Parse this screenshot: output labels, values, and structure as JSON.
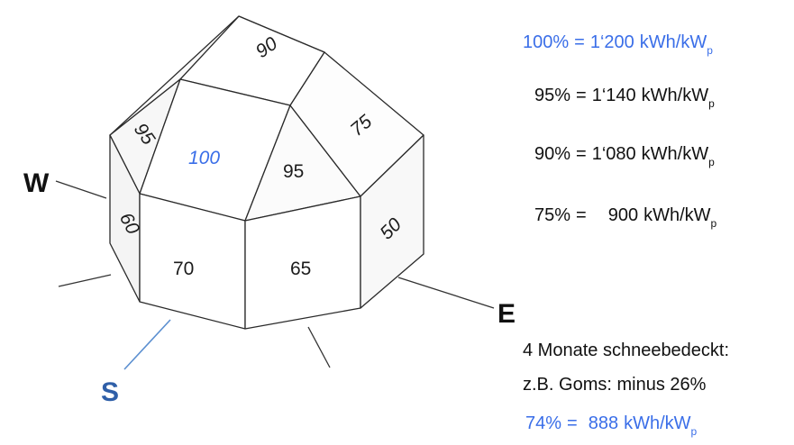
{
  "colors": {
    "highlight": "#3a6ee8",
    "text": "#111111",
    "south_label": "#2f5fa8"
  },
  "compass": {
    "west": "W",
    "east": "E",
    "south": "S"
  },
  "faces": {
    "top": "90",
    "upper_west": "95",
    "top_south": "100",
    "upper_southeast": "95",
    "upper_east": "75",
    "lower_west": "60",
    "south_west": "70",
    "south_east": "65",
    "east": "50"
  },
  "legend": [
    {
      "pct": "100%",
      "eq": "=",
      "value": "1‘200",
      "unit": "kWh/kW",
      "sub": "p",
      "highlight": true
    },
    {
      "pct": "95%",
      "eq": "=",
      "value": "1‘140",
      "unit": "kWh/kW",
      "sub": "p",
      "highlight": false
    },
    {
      "pct": "90%",
      "eq": "=",
      "value": "1‘080",
      "unit": "kWh/kW",
      "sub": "p",
      "highlight": false
    },
    {
      "pct": "75%",
      "eq": "=",
      "value": "900",
      "unit": "kWh/kW",
      "sub": "p",
      "highlight": false
    }
  ],
  "note": {
    "line1": "4 Monate schneebedeckt:",
    "line2": "z.B. Goms: minus 26%",
    "result": {
      "pct": "74%",
      "eq": "=",
      "value": "888",
      "unit": "kWh/kW",
      "sub": "p"
    }
  }
}
